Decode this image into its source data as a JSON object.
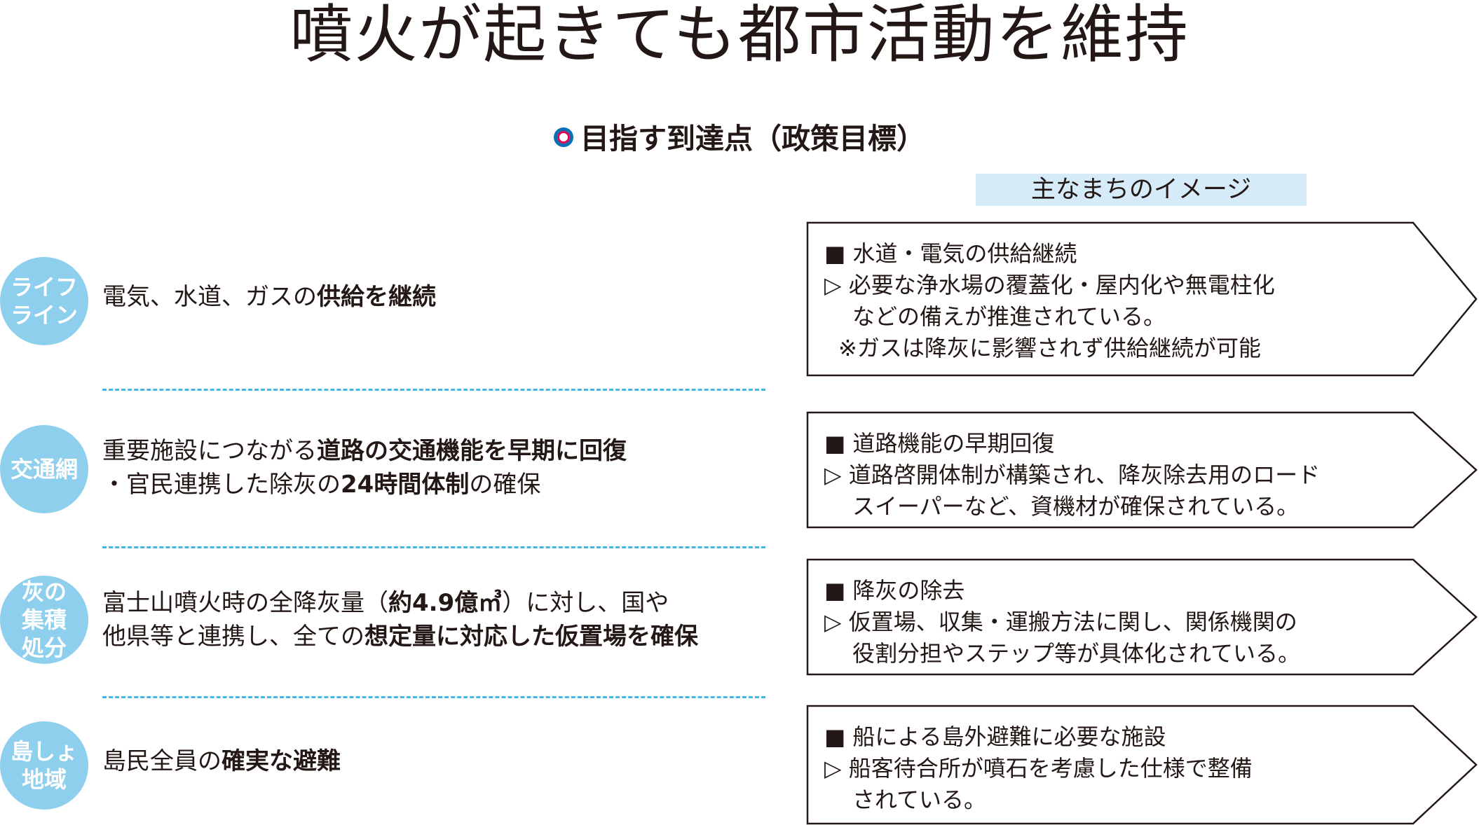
{
  "title": "噴火が起きても都市活動を維持",
  "goal_label": "目指す到達点（政策目標）",
  "image_header": "主なまちのイメージ",
  "rows": [
    {
      "category": "ライフ\nライン",
      "desc_lines": [
        [
          {
            "t": "電気、水道、ガスの",
            "b": false
          },
          {
            "t": "供給を継続",
            "b": true
          }
        ]
      ],
      "image_lines": [
        {
          "cls": "",
          "t": "■ 水道・電気の供給継続"
        },
        {
          "cls": "",
          "t": "▷ 必要な浄水場の覆蓋化・屋内化や無電柱化"
        },
        {
          "cls": "indent",
          "t": "などの備えが推進されている。"
        },
        {
          "cls": "note",
          "t": "※ガスは降灰に影響されず供給継続が可能"
        }
      ]
    },
    {
      "category": "交通網",
      "desc_lines": [
        [
          {
            "t": "重要施設につながる",
            "b": false
          },
          {
            "t": "道路の交通機能を早期に回復",
            "b": true
          }
        ],
        [
          {
            "t": "・官民連携した除灰の",
            "b": false
          },
          {
            "t": "24時間体制",
            "b": true
          },
          {
            "t": "の確保",
            "b": false
          }
        ]
      ],
      "image_lines": [
        {
          "cls": "",
          "t": "■ 道路機能の早期回復"
        },
        {
          "cls": "",
          "t": "▷ 道路啓開体制が構築され、降灰除去用のロード"
        },
        {
          "cls": "indent",
          "t": "スイーパーなど、資機材が確保されている。"
        }
      ]
    },
    {
      "category": "灰の\n集積\n処分",
      "desc_lines": [
        [
          {
            "t": "富士山噴火時の全降灰量（",
            "b": false
          },
          {
            "t": "約4.9億㎥",
            "b": true
          },
          {
            "t": "）に対し、国や",
            "b": false
          }
        ],
        [
          {
            "t": "他県等と連携し、全ての",
            "b": false
          },
          {
            "t": "想定量に対応した仮置場を確保",
            "b": true
          }
        ]
      ],
      "image_lines": [
        {
          "cls": "",
          "t": "■ 降灰の除去"
        },
        {
          "cls": "",
          "t": "▷ 仮置場、収集・運搬方法に関し、関係機関の"
        },
        {
          "cls": "indent",
          "t": "役割分担やステップ等が具体化されている。"
        }
      ]
    },
    {
      "category": "島しょ\n地域",
      "desc_lines": [
        [
          {
            "t": "島民全員の",
            "b": false
          },
          {
            "t": "確実な避難",
            "b": true
          }
        ]
      ],
      "image_lines": [
        {
          "cls": "",
          "t": "■ 船による島外避難に必要な施設"
        },
        {
          "cls": "",
          "t": "▷ 船客待合所が噴石を考慮した仕様で整備"
        },
        {
          "cls": "indent",
          "t": "されている。"
        }
      ]
    }
  ]
}
